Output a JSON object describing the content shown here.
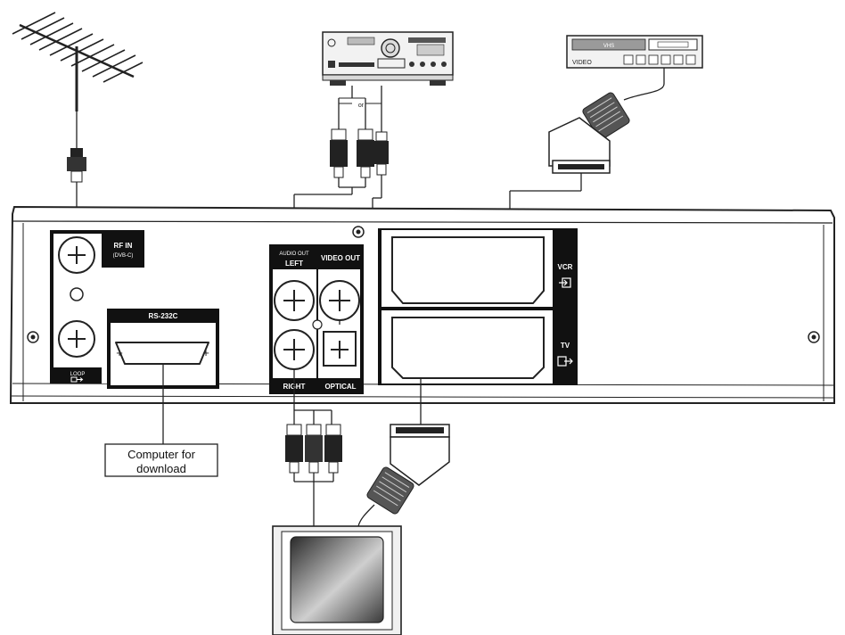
{
  "labels": {
    "or": "or",
    "rf_in": "RF IN",
    "rf_in_sub": "(DVB-C)",
    "loop": "LOOP",
    "rs232c": "RS-232C",
    "audio_out": "AUDIO OUT",
    "left": "LEFT",
    "right": "RIGHT",
    "video_out": "VIDEO OUT",
    "optical": "OPTICAL",
    "vcr": "VCR",
    "tv": "TV",
    "computer_line1": "Computer for",
    "computer_line2": "download",
    "vhs": "VHS",
    "vcr_video": "VIDEO"
  },
  "icons": {
    "antenna": "antenna-icon",
    "amplifier": "amplifier-icon",
    "vcr": "vcr-icon",
    "television": "television-icon",
    "input_arrow": "input-arrow-icon",
    "output_arrow": "output-arrow-icon"
  }
}
